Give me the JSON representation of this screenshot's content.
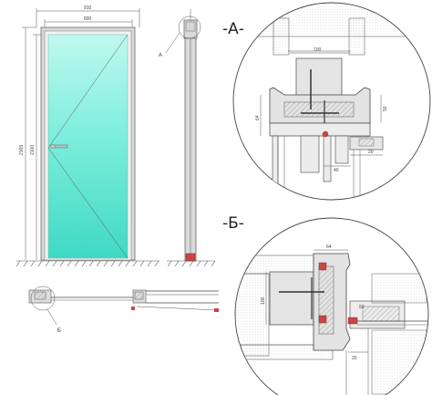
{
  "front": {
    "dim_outer": "910",
    "dim_inner": "800",
    "dim_height_outer": "2165",
    "dim_height_inner": "2100"
  },
  "side": {
    "callout_a": "A"
  },
  "plan": {
    "callout_b": "Б"
  },
  "detail_a": {
    "title": "-А-",
    "dim_100": "100",
    "dim_64": "64",
    "dim_50": "50",
    "dim_40": "40",
    "dim_20": "20"
  },
  "detail_b": {
    "title": "-Б-",
    "dim_64": "64",
    "dim_100": "100",
    "dim_20": "20",
    "dim_50": "50"
  },
  "colors": {
    "glass_top": "#9ff3e6",
    "glass_bottom": "#3fd9c4",
    "frame": "#d9d9d9",
    "outline": "#444444",
    "insulation": "#cfcfcf",
    "accent_red": "#cc3333"
  }
}
